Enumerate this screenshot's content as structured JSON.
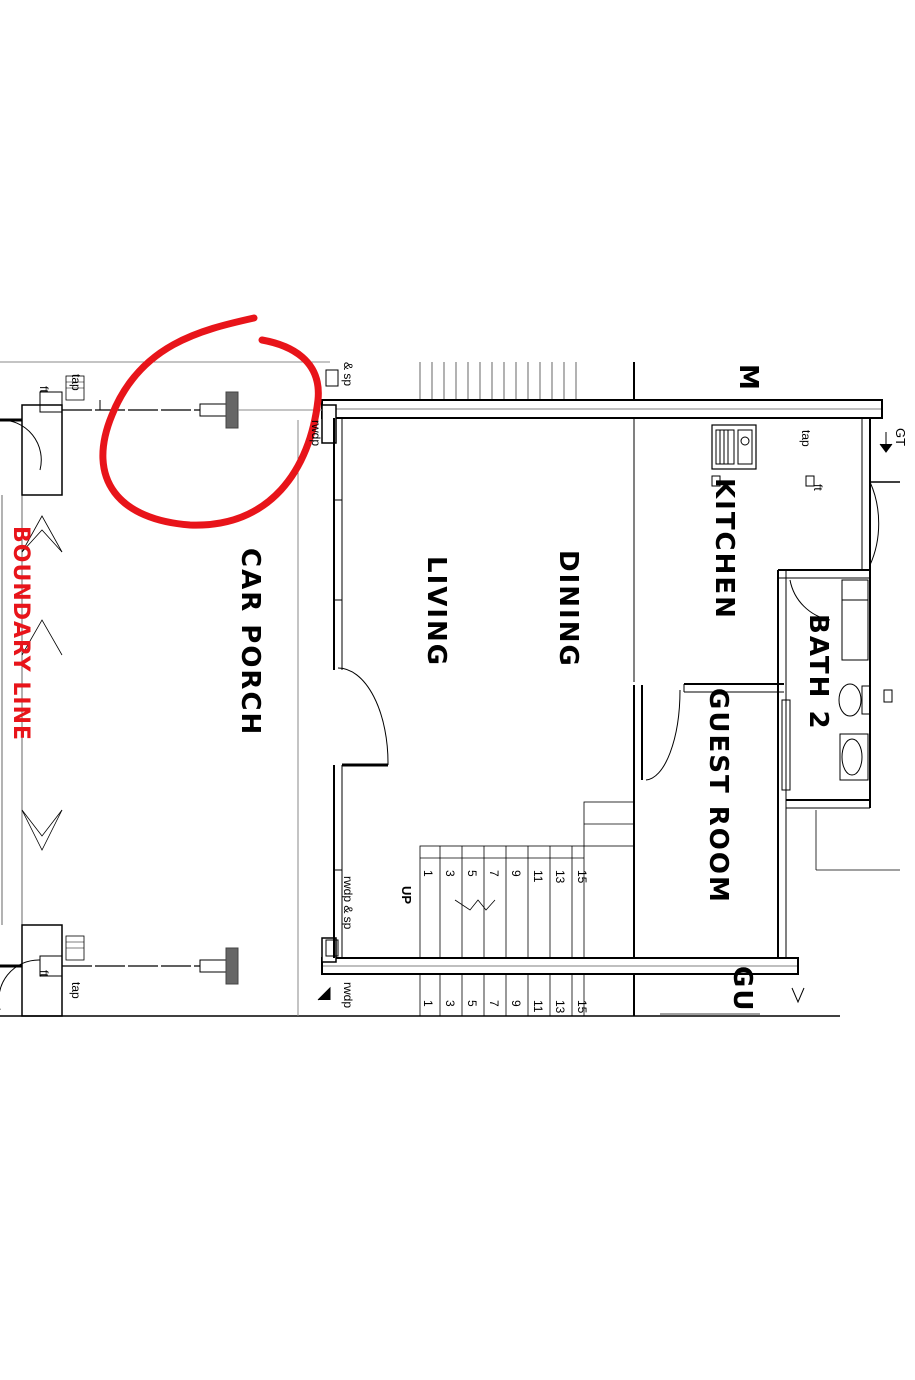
{
  "rooms": {
    "car_porch": "CAR PORCH",
    "living": "LIVING",
    "dining": "DINING",
    "kitchen": "KITCHEN",
    "bath2": "BATH 2",
    "guest_room": "GUEST ROOM",
    "guest_partial": "GU",
    "bedroom_partial": "M"
  },
  "boundary_label": "BOUNDARY LINE",
  "annotations": {
    "tap": "tap",
    "ft": "ft",
    "rwdp": "rwdp",
    "rwdp_sp": "rwdp & sp",
    "sp_partial": "& sp",
    "gt": "GT",
    "up": "UP"
  },
  "stair_numbers": [
    "1",
    "3",
    "5",
    "7",
    "9",
    "11",
    "13",
    "15"
  ],
  "colors": {
    "markup": "#e8141a",
    "boundary": "#e8141a",
    "wall": "#000000"
  }
}
